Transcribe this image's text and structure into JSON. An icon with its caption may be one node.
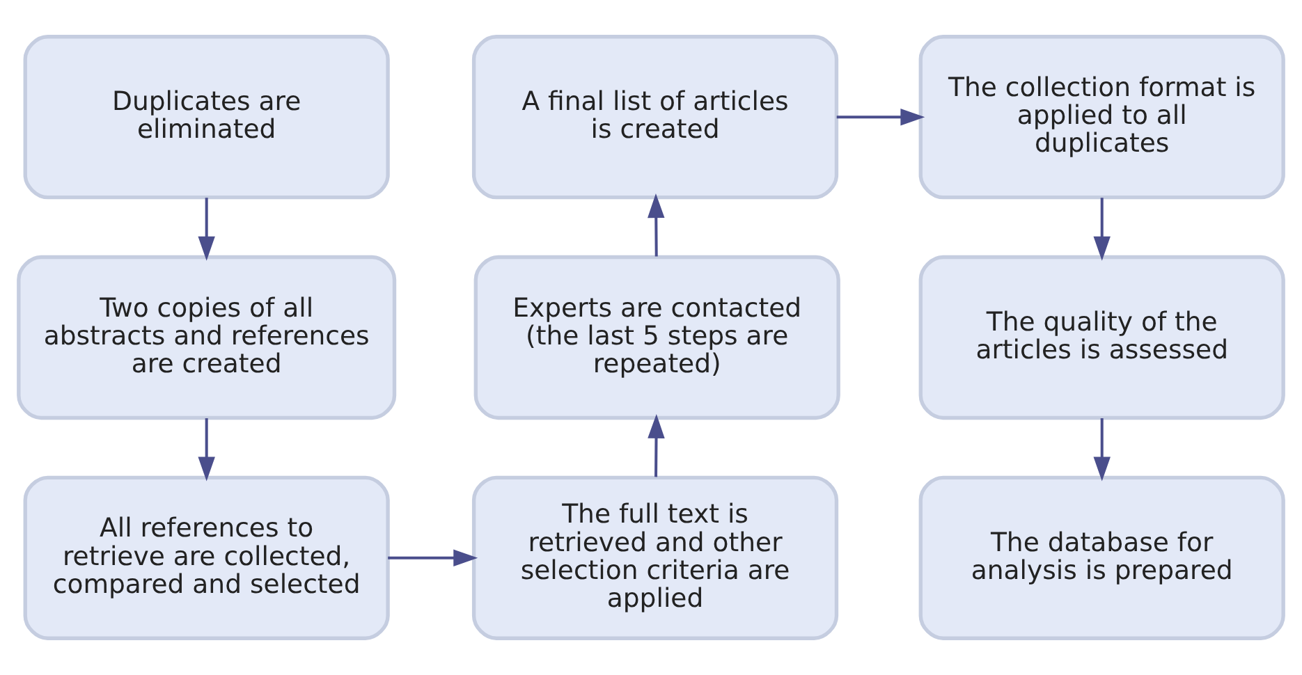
{
  "diagram": {
    "nodes": [
      {
        "text": [
          "Duplicates are eliminated"
        ]
      },
      {
        "text": [
          "Two copies of all abstracts and references are created"
        ]
      },
      {
        "text": [
          "All references to retrieve are collected, compared and selected"
        ]
      },
      {
        "text": [
          "The full text is retrieved and other selection criteria are applied"
        ]
      },
      {
        "text": [
          "Experts are contacted (the last 5 steps are repeated)"
        ]
      },
      {
        "text": [
          "A final list of articles is created"
        ]
      },
      {
        "text": [
          "The collection format is applied to all duplicates"
        ]
      },
      {
        "text": [
          "The quality of the articles is assessed"
        ]
      },
      {
        "text": [
          "The database for analysis is prepared"
        ]
      }
    ],
    "edges": [
      {
        "from": 0,
        "to": 1,
        "arrow": "to"
      },
      {
        "from": 1,
        "to": 2,
        "arrow": "to"
      },
      {
        "from": 2,
        "to": 3,
        "arrow": "to"
      },
      {
        "from": 3,
        "to": 4,
        "arrow": "to"
      },
      {
        "from": 4,
        "to": 5,
        "arrow": "to"
      },
      {
        "from": 5,
        "to": 6,
        "arrow": "to"
      },
      {
        "from": 6,
        "to": 7,
        "arrow": "to"
      },
      {
        "from": 7,
        "to": 8,
        "arrow": "to"
      }
    ]
  }
}
